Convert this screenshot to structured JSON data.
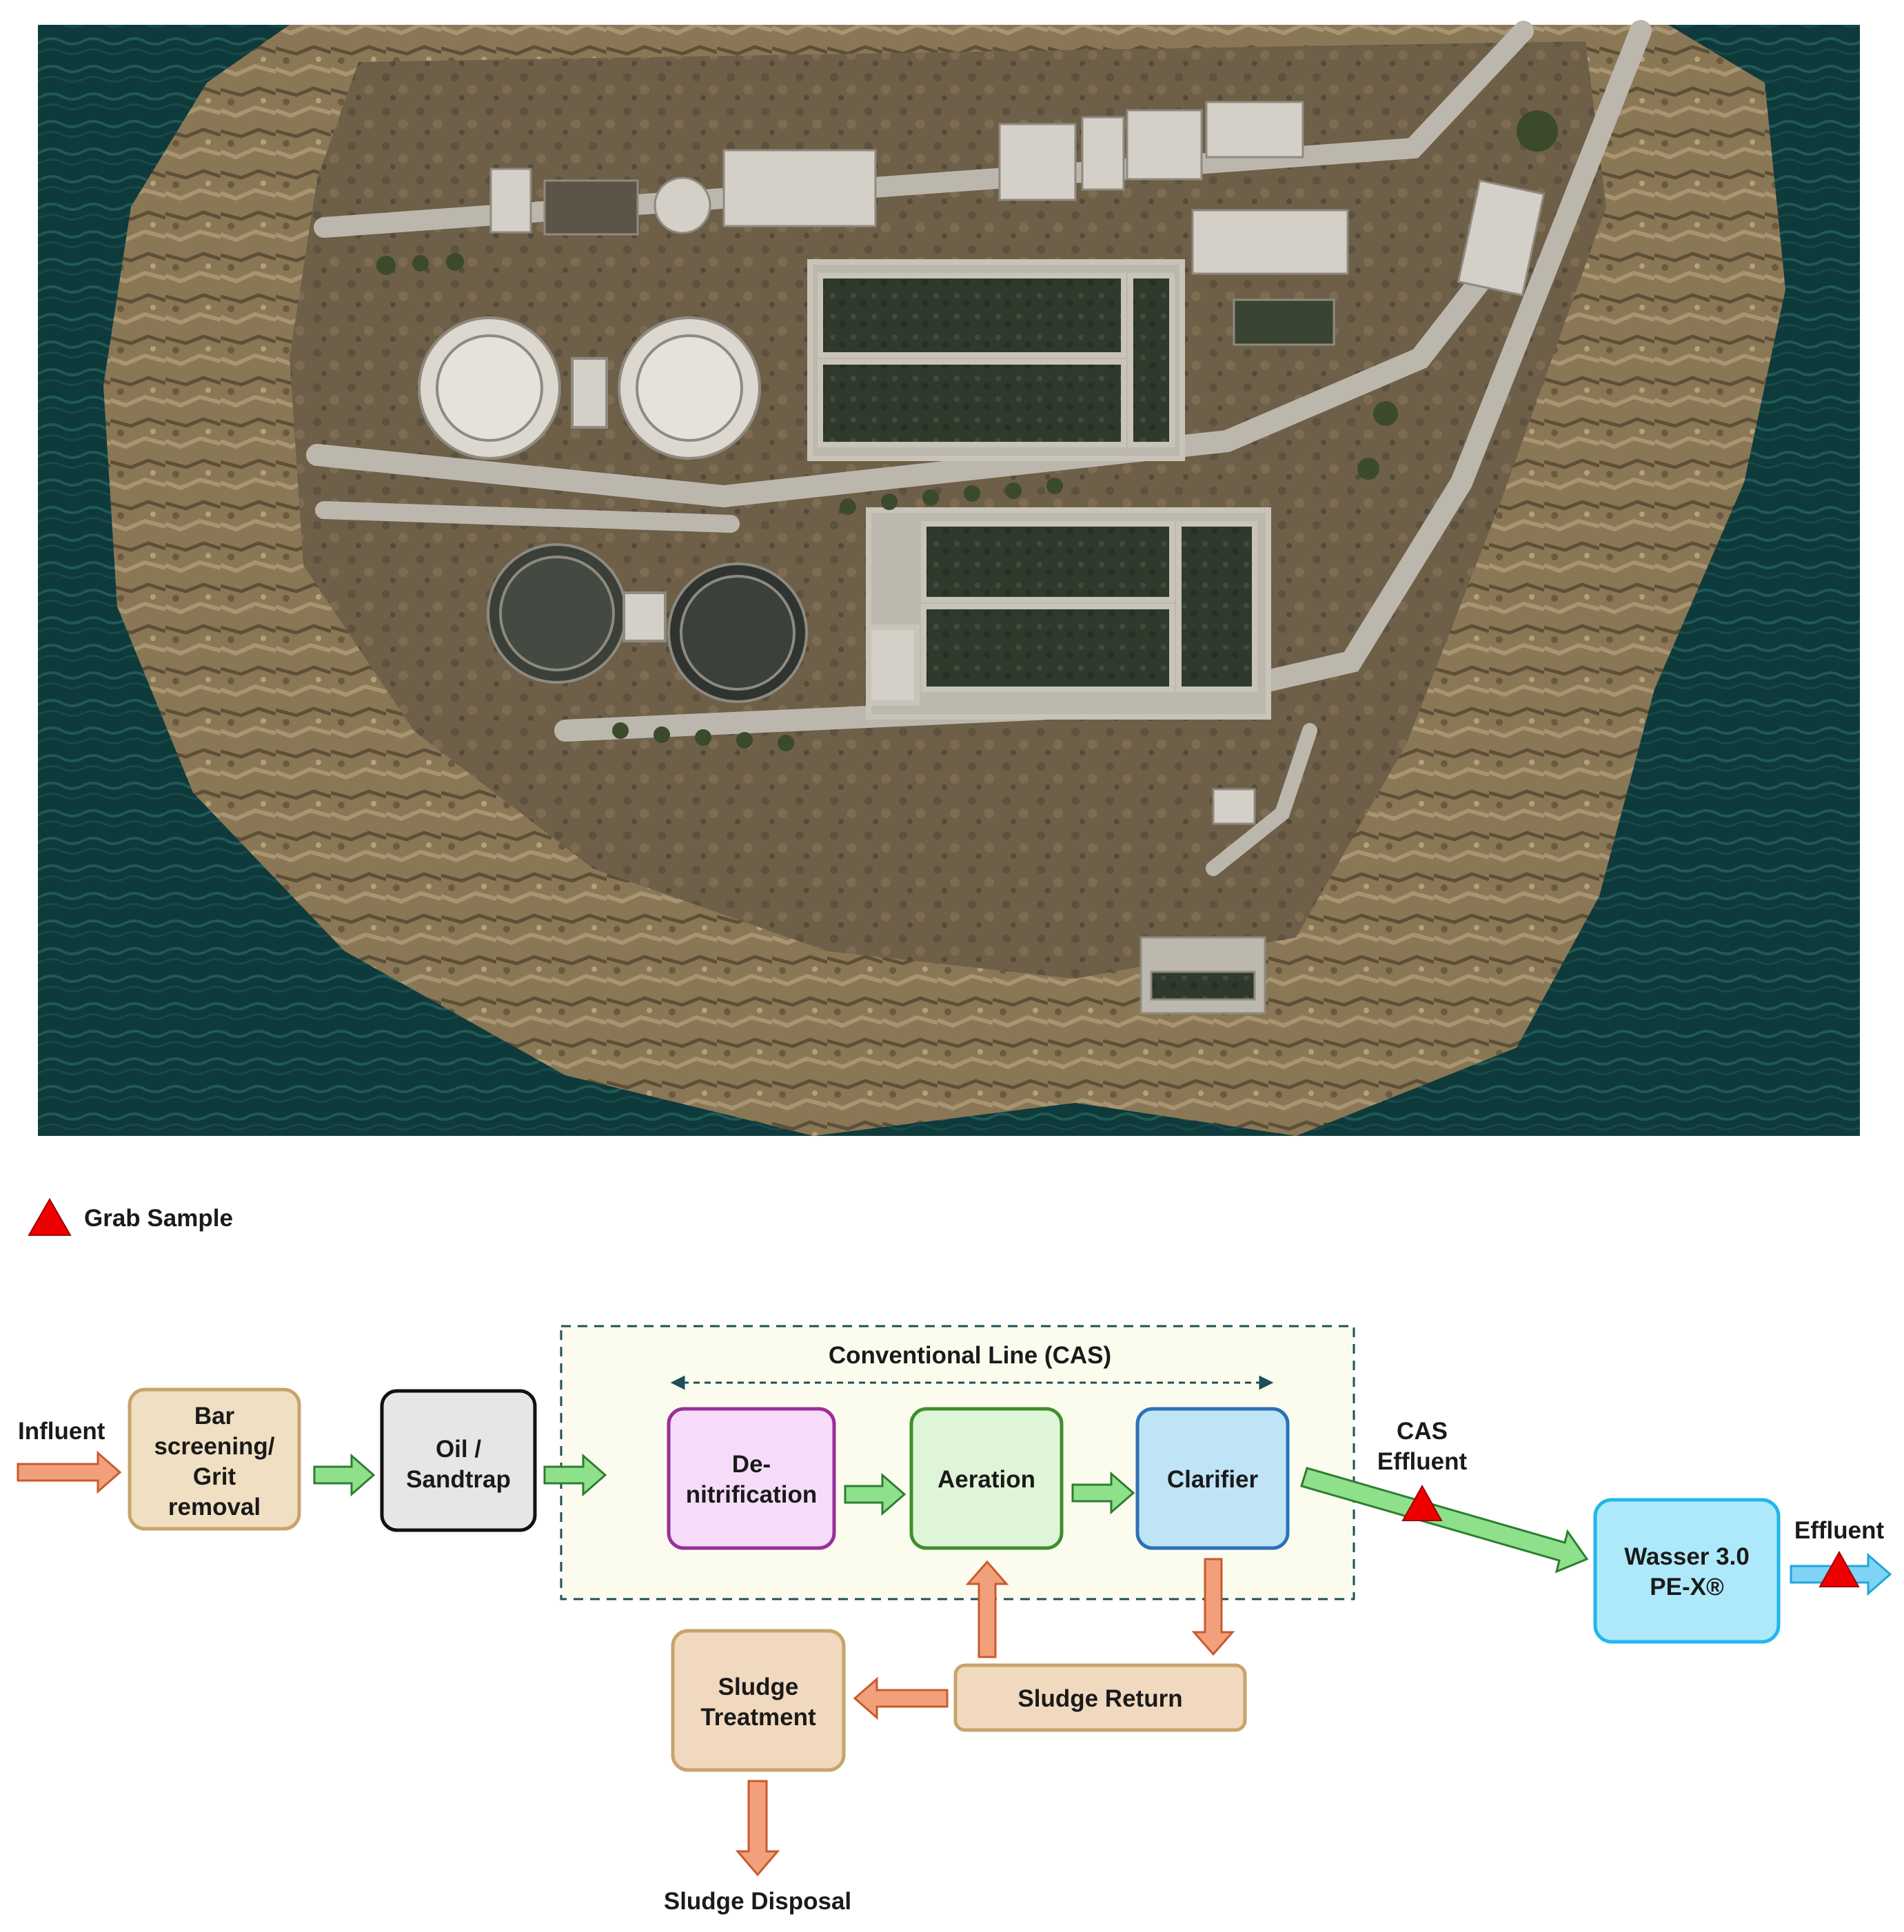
{
  "photo": {
    "subject": "aerial view of wastewater treatment plant on rocky coastline",
    "colors": {
      "sea": "#0f3a3c",
      "sea_light": "#2b6a62",
      "rock": "#8a7756",
      "ground": "#6e5f48",
      "concrete": "#d4d0c8",
      "basin_dark": "#2f3a2c",
      "road": "#bcb7ad"
    }
  },
  "legend": {
    "label": "Grab Sample",
    "icon": "red-triangle-icon",
    "color": "#ee0000"
  },
  "flow": {
    "influent_label": "Influent",
    "effluent_label": "Effluent",
    "cas_effluent_label": [
      "CAS",
      "Effluent"
    ],
    "conventional_line_label": "Conventional Line (CAS)",
    "sludge_disposal_label": "Sludge Disposal",
    "boxes": {
      "bar_screening": {
        "lines": [
          "Bar",
          "screening/",
          "Grit",
          "removal"
        ],
        "fill": "#f0dfc2",
        "stroke": "#c7a46b"
      },
      "oil_sandtrap": {
        "lines": [
          "Oil /",
          "Sandtrap"
        ],
        "fill": "#e6e6e6",
        "stroke": "#111111"
      },
      "denitrification": {
        "lines": [
          "De-",
          "nitrification"
        ],
        "fill": "#f6dcf8",
        "stroke": "#9a2f98"
      },
      "aeration": {
        "lines": [
          "Aeration"
        ],
        "fill": "#dff5d8",
        "stroke": "#3f8f2d"
      },
      "clarifier": {
        "lines": [
          "Clarifier"
        ],
        "fill": "#bfe4f6",
        "stroke": "#2a72b5"
      },
      "wasser": {
        "lines": [
          "Wasser 3.0",
          "PE-X®"
        ],
        "fill": "#aee9fb",
        "stroke": "#21b7ec"
      },
      "sludge_return": {
        "lines": [
          "Sludge Return"
        ],
        "fill": "#f1d9bf",
        "stroke": "#c7a46b"
      },
      "sludge_treatment": {
        "lines": [
          "Sludge",
          "Treatment"
        ],
        "fill": "#f1d9bf",
        "stroke": "#c7a46b"
      }
    },
    "colors": {
      "influent_arrow": "#f2a07c",
      "process_arrow": "#8fe08a",
      "sludge_arrow": "#f2a07c",
      "effluent_arrow": "#7fd3f5",
      "panel_fill": "#fbfcee",
      "panel_border": "#1f4e5a"
    }
  }
}
